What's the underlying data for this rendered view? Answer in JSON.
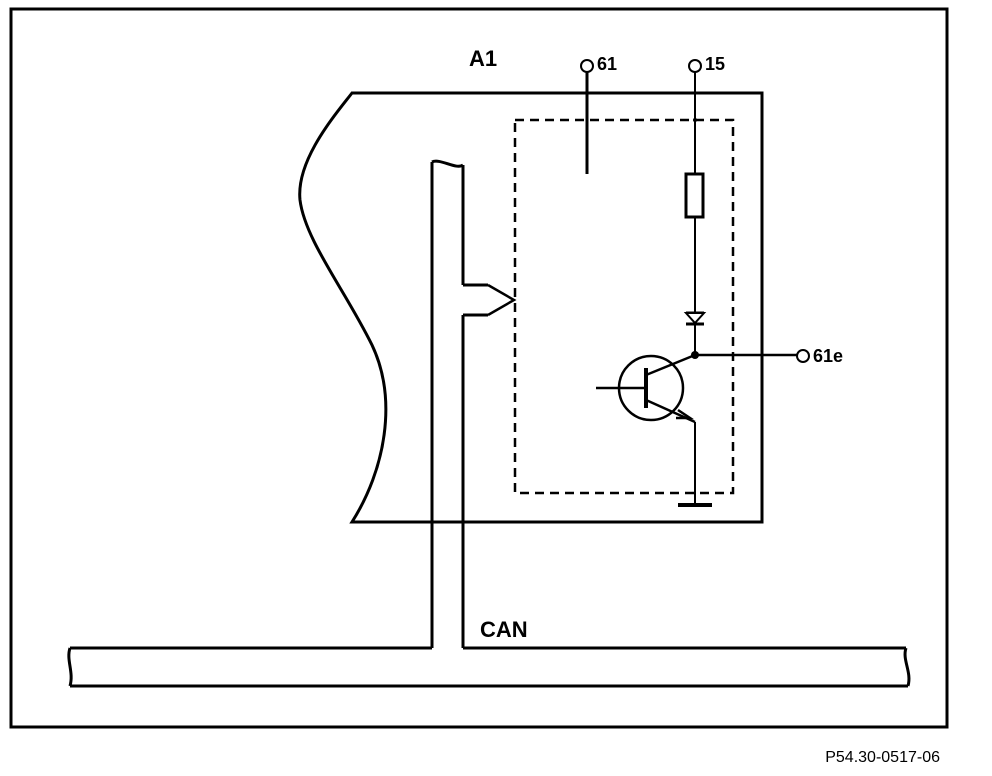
{
  "labels": {
    "module": "A1",
    "terminal_61": "61",
    "terminal_15": "15",
    "terminal_61e": "61e",
    "bus": "CAN"
  },
  "figure_id": "P54.30-0517-06",
  "colors": {
    "stroke": "#000000",
    "background": "#ffffff"
  }
}
